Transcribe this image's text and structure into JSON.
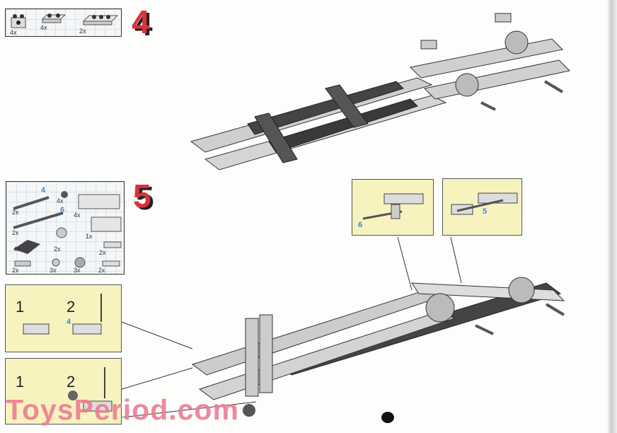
{
  "step4": {
    "number": "4",
    "parts": [
      {
        "qty": "4x",
        "part": "brick-1x2-with-hole"
      },
      {
        "qty": "4x",
        "part": "plate-2x2"
      },
      {
        "qty": "2x",
        "part": "plate-2x4"
      }
    ]
  },
  "step5": {
    "number": "5",
    "axle_labels": [
      "4",
      "6"
    ],
    "parts": [
      {
        "qty": "2x",
        "part": "axle-4"
      },
      {
        "qty": "4x",
        "part": "bush"
      },
      {
        "qty": "4x",
        "part": "technic-brick-1x6"
      },
      {
        "qty": "2x",
        "part": "axle-6"
      },
      {
        "qty": "1x",
        "part": "technic-brick-1x4"
      },
      {
        "qty": "4x",
        "part": "slope-plate"
      },
      {
        "qty": "2x",
        "part": "steering-arm"
      },
      {
        "qty": "2x",
        "part": "plate-1x2"
      },
      {
        "qty": "2x",
        "part": "pin"
      },
      {
        "qty": "3x",
        "part": "small-gear"
      },
      {
        "qty": "3x",
        "part": "crown-gear"
      },
      {
        "qty": "2x",
        "part": "tile-1x2"
      }
    ]
  },
  "callouts": {
    "top_left_label": "6",
    "top_right_label": "5",
    "sub1": {
      "a": "1",
      "b": "2",
      "axle": "4"
    },
    "sub2": {
      "a": "1",
      "b": "2"
    }
  },
  "watermark": "ToysPeriod.com",
  "colors": {
    "step_number": "#d8323a",
    "callout_bg": "#f7f3bf",
    "watermark": "#ec7d92",
    "axle_label": "#4a86c5"
  }
}
